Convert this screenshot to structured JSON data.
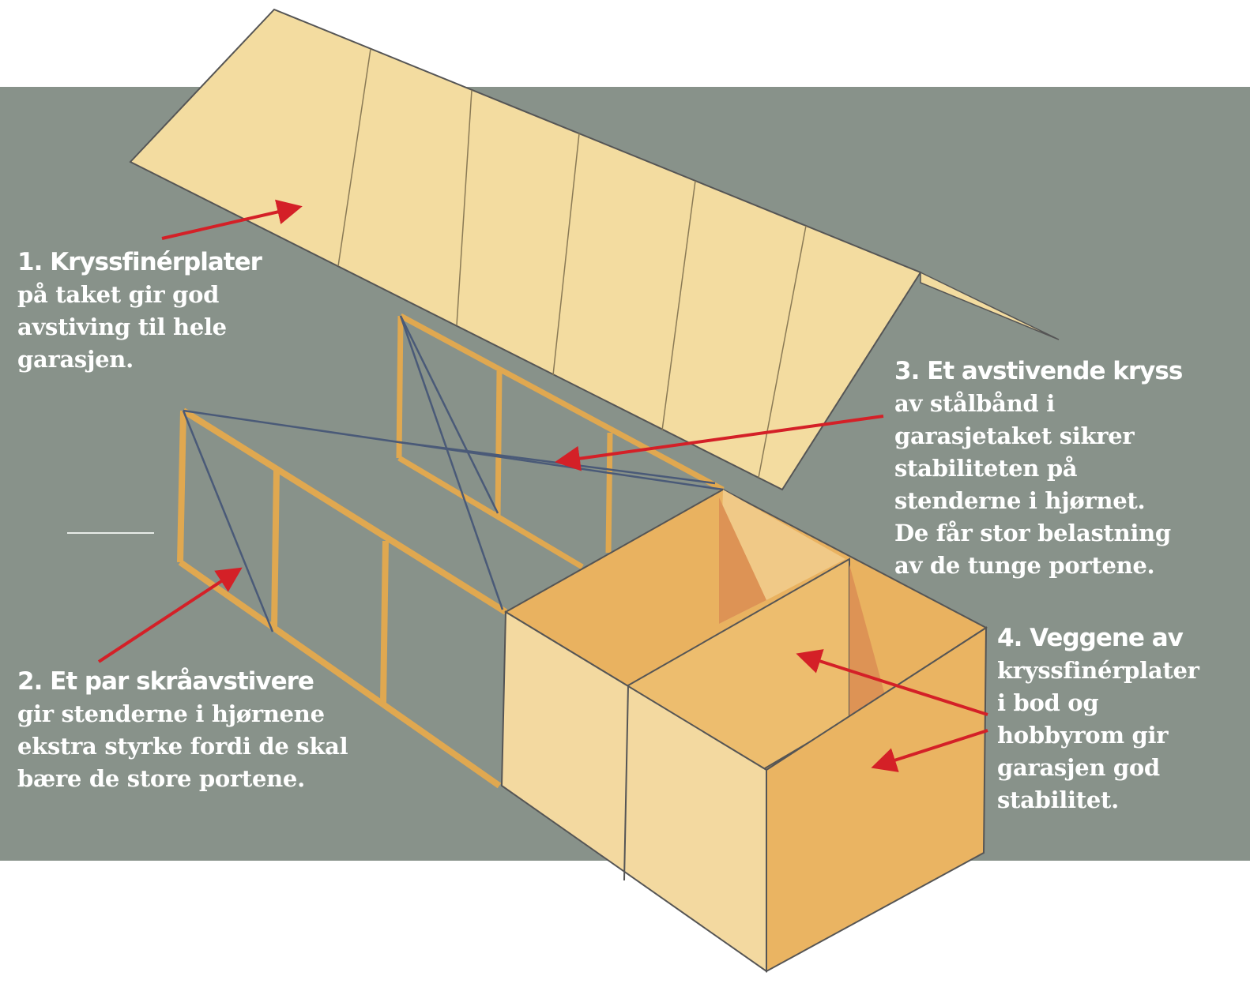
{
  "colors": {
    "background_band": "#88928a",
    "plywood": "#f3dca0",
    "box_inside": "#eab665",
    "arrow": "#d42027",
    "frame": "#e5b25c",
    "bracing": "#4a5a78"
  },
  "captions": [
    {
      "heading": "1. Kryssfinérplater",
      "lines": [
        "på taket gir god",
        "avstiving til hele",
        "garasjen."
      ]
    },
    {
      "heading": "2. Et par skråavstivere",
      "lines": [
        "gir stenderne i hjørnene",
        "ekstra styrke fordi de skal",
        "bære de store portene."
      ]
    },
    {
      "heading": "3. Et avstivende kryss",
      "lines": [
        "av stålbånd i",
        "garasjetaket sikrer",
        "stabiliteten på",
        "stenderne i hjørnet.",
        "De får stor belastning",
        "av de tunge portene."
      ]
    },
    {
      "heading": "4. Veggene av",
      "lines": [
        "kryssfinérplater",
        "i bod og",
        "hobbyrom gir",
        "garasjen god",
        "stabilitet."
      ]
    }
  ]
}
